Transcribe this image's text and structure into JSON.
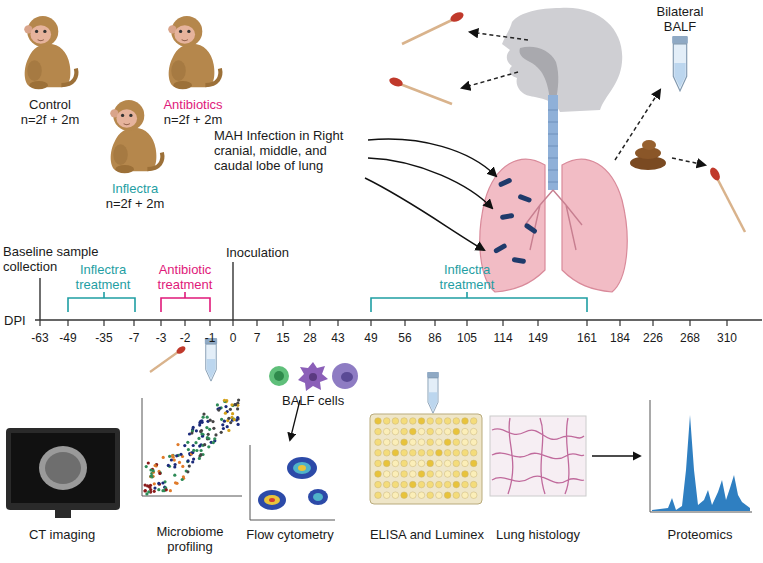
{
  "diagram": {
    "labels": [
      "Control",
      "n=2f + 2m",
      "Antibiotics",
      "n=2f + 2m",
      "Inflectra",
      "n=2f + 2m",
      "Bilateral BALF",
      "MAH Infection in Right cranial, middle, and caudal lobe of lung",
      "Baseline sample collection",
      "Inflectra treatment",
      "Antibiotic treatment",
      "Inoculation",
      "Inflectra treatment",
      "DPI",
      "-63",
      "-49",
      "-35",
      "-7",
      "-3",
      "-2",
      "-1",
      "0",
      "7",
      "15",
      "28",
      "43",
      "49",
      "56",
      "86",
      "105",
      "114",
      "149",
      "161",
      "184",
      "226",
      "268",
      "310",
      "BALF cells",
      "CT imaging",
      "Microbiome profiling",
      "Flow cytometry",
      "ELISA and Luminex",
      "Lung histology",
      "Proteomics"
    ]
  }
}
